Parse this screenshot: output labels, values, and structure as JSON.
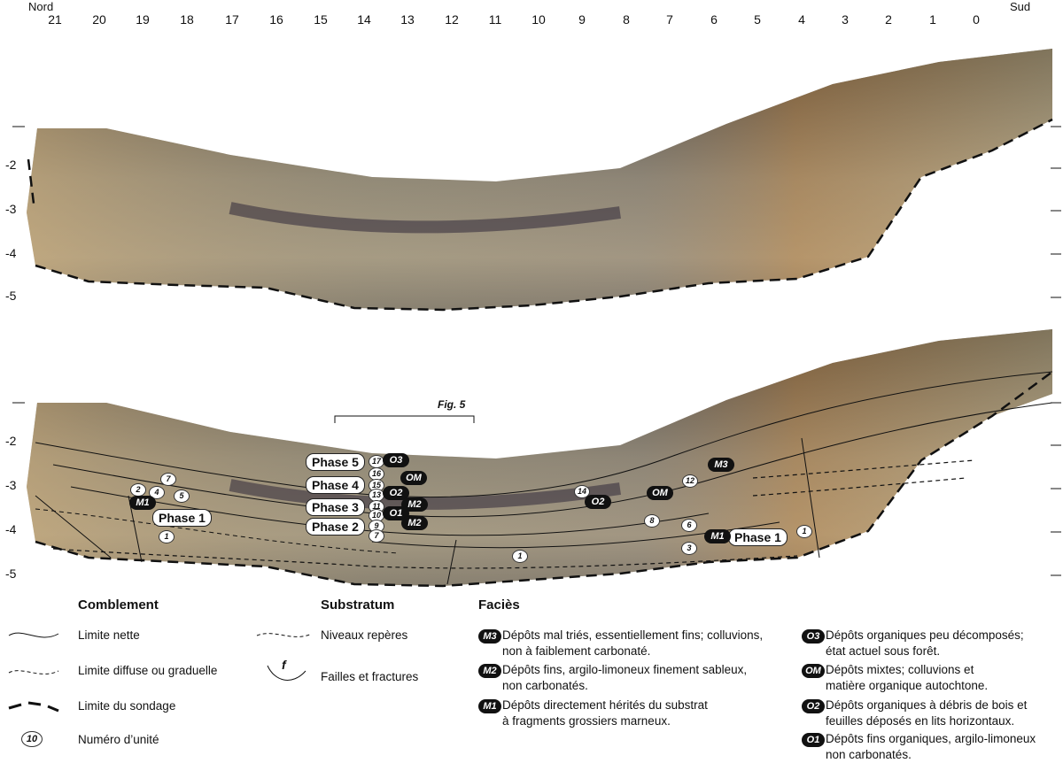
{
  "orientation": {
    "north": "Nord",
    "south": "Sud"
  },
  "top_axis": [
    "21",
    "20",
    "19",
    "18",
    "17",
    "16",
    "15",
    "14",
    "13",
    "12",
    "11",
    "10",
    "9",
    "8",
    "7",
    "6",
    "5",
    "4",
    "3",
    "2",
    "1",
    "0"
  ],
  "depth_labels": [
    "-2",
    "-3",
    "-4",
    "-5"
  ],
  "figure_ref": "Fig.  5",
  "phases": [
    "Phase 5",
    "Phase 4",
    "Phase 3",
    "Phase 2",
    "Phase 1",
    "Phase 1"
  ],
  "units": [
    "17",
    "16",
    "15",
    "13",
    "11",
    "10",
    "9",
    "7",
    "2",
    "4",
    "5",
    "7",
    "1",
    "14",
    "12",
    "8",
    "6",
    "3",
    "1",
    "1"
  ],
  "facies_tags": [
    "O3",
    "OM",
    "O2",
    "M2",
    "O1",
    "M2",
    "M1",
    "O2",
    "OM",
    "M3",
    "M1"
  ],
  "legend": {
    "comblement": {
      "title": "Comblement",
      "items": [
        "Limite nette",
        "Limite diffuse ou graduelle",
        "Limite du sondage",
        "Numéro d’unité"
      ],
      "sample_number": "10"
    },
    "substratum": {
      "title": "Substratum",
      "items": [
        "Niveaux repères",
        "Failles et fractures"
      ],
      "fault_symbol": "f"
    },
    "facies": {
      "title": "Faciès",
      "items": [
        {
          "code": "M3",
          "lines": [
            "Dépôts mal triés, essentiellement fins; colluvions,",
            "non à faiblement carbonaté."
          ]
        },
        {
          "code": "M2",
          "lines": [
            "Dépôts fins, argilo-limoneux finement sableux,",
            "non carbonatés."
          ]
        },
        {
          "code": "M1",
          "lines": [
            "Dépôts directement hérités du substrat",
            "à fragments grossiers marneux."
          ]
        },
        {
          "code": "O3",
          "lines": [
            "Dépôts organiques peu décomposés;",
            "état actuel sous forêt."
          ]
        },
        {
          "code": "OM",
          "lines": [
            "Dépôts mixtes; colluvions et",
            "matière organique autochtone."
          ]
        },
        {
          "code": "O2",
          "lines": [
            "Dépôts organiques à débris de bois et",
            "feuilles déposés en lits horizontaux."
          ]
        },
        {
          "code": "O1",
          "lines": [
            "Dépôts fins organiques, argilo-limoneux",
            "non carbonatés."
          ]
        }
      ]
    }
  },
  "colors": {
    "sediment_light": "#b7a98a",
    "sediment_dark": "#5a5448",
    "organic": "#3b3442",
    "forest": "#2d2a22"
  }
}
